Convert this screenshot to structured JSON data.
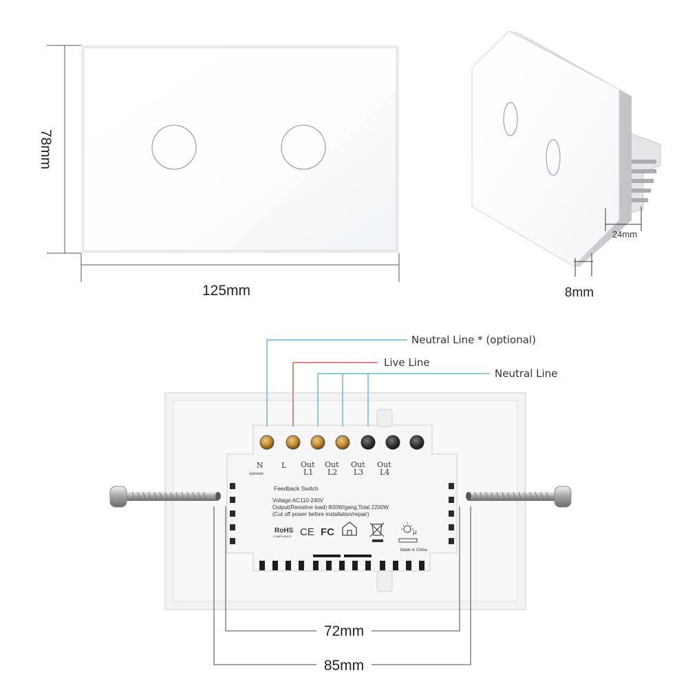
{
  "dimensions": {
    "height": "78mm",
    "width": "125mm",
    "depth_box": "24mm",
    "thickness": "8mm",
    "inner_width": "72mm",
    "screw_span": "85mm"
  },
  "callouts": {
    "neutral_optional": "Neutral Line * (optional)",
    "live": "Live Line",
    "neutral": "Neutral Line"
  },
  "terminals": {
    "n": "N",
    "n_sub": "(optional)",
    "l": "L",
    "out_prefix": "Out",
    "l1": "L1",
    "l2": "L2",
    "l3": "L3",
    "l4": "L4"
  },
  "back_label": {
    "title": "Feedback Switch",
    "voltage": "Voltage:AC110-240V",
    "output": "Output(Resistive load) 800W/gang,Total 2200W",
    "caution": "(Cut off power before installation/repair)",
    "rohs": "RoHS",
    "rohs_sub": "COMPLIANCE",
    "ce": "CE",
    "fc": "FC",
    "made_in": "Made in China"
  },
  "colors": {
    "neutral_line": "#46a9cf",
    "live_line": "#d23a3a"
  }
}
